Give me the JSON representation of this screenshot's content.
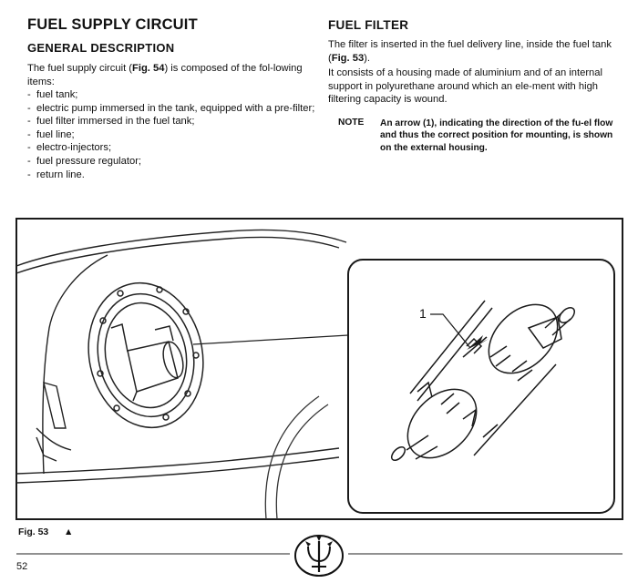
{
  "left": {
    "title": "FUEL SUPPLY CIRCUIT",
    "subtitle": "GENERAL DESCRIPTION",
    "intro_pre": "The fuel supply circuit (",
    "intro_ref": "Fig. 54",
    "intro_post": ") is composed of the fol-lowing items:",
    "items": [
      "fuel tank;",
      "electric pump immersed in the tank, equipped with a pre-filter;",
      "fuel filter immersed in the fuel tank;",
      "fuel line;",
      "electro-injectors;",
      "fuel pressure regulator;",
      "return line."
    ]
  },
  "right": {
    "title": "FUEL FILTER",
    "para1_pre": "The filter is inserted in the fuel delivery line, inside the fuel tank (",
    "para1_ref": "Fig. 53",
    "para1_post": ").",
    "para2": "It consists of a housing made of aluminium and of an internal support in polyurethane around which an ele-ment with high filtering capacity is wound.",
    "note_label": "NOTE",
    "note_text": "An arrow (1), indicating the direction of the fu-el flow and thus the correct position for mounting, is shown on the external housing."
  },
  "figure": {
    "callout": "1",
    "caption": "Fig. 53",
    "caption_marker": "▲"
  },
  "footer": {
    "page_number": "52",
    "logo": "trident-logo"
  }
}
